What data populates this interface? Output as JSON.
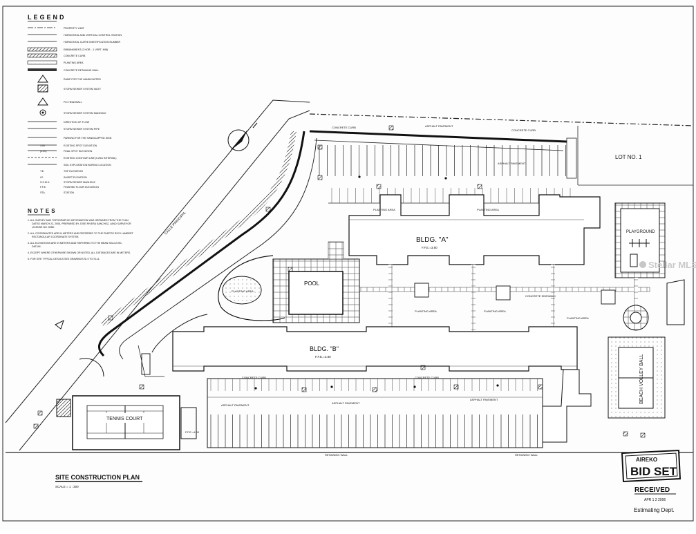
{
  "legend": {
    "title": "LEGEND",
    "items": [
      "PROPERTY LIMIT",
      "HORIZONTAL AND VERTICAL CONTROL STATION",
      "HORIZONTAL CURVE IDENTIFICATION NUMBER",
      "EMBANKMENT (2 HOR. : 1 VERT. MIN)",
      "CONCRETE CURB",
      "PLANTING AREA",
      "CONCRETE RETAINING WALL",
      "RAMP FOR THE HANDICAPPED",
      "STORM SEWER SYSTEM INLET",
      "P/C HEADWALL",
      "STORM SEWER SYSTEM MANHOLE",
      "DIRECTION OF FLOW",
      "STORM SEWER SYSTEM PIPE",
      "PARKING FOR THE HANDICAPPED SIGN",
      "EXISTING SPOT ELEVATION",
      "FINAL SPOT ELEVATION",
      "EXISTING CONTOUR LINE (0.25m INTERVAL)",
      "SOIL EXPLORATION BORING LOCATION",
      "TOP ELEVATION",
      "INVERT ELEVATION",
      "STORM SEWER MANHOLE",
      "FINISHED FLOOR ELEVATION",
      "STATION"
    ],
    "abbrevs": [
      "3.00",
      "(3.00)",
      "T.E.",
      "I.E.",
      "S.S.M.H.",
      "F.F.E.",
      "STA."
    ]
  },
  "notes": {
    "title": "NOTES",
    "items": [
      "1. ALL SURVEY AND TOPOGRAPHIC INFORMATION WAS OBTAINED FROM THE PLAN DATED MARCH 22, 2005, PREPARED BY JOSE RIVERA SANCHEZ, LAND SURVEYOR LICENSE NO. 5058.",
      "2. ALL COORDINATES ARE IN METERS AND REFERRED TO THE PUERTO RICO LAMBERT RECTANGULAR COORDINATE SYSTEM.",
      "3. ALL ELEVATIONS ARE IN METERS AND REFERRED TO THE MEAN SEA LEVEL DATUM.",
      "4. EXCEPT WHERE OTHERWISE SHOWN OR NOTED, ALL DISTANCES ARE IN METERS.",
      "5. FOR SITE TYPICAL DETAILS SEE DRAWINGS SI-9 TO SI-11."
    ]
  },
  "plan": {
    "lot": "LOT NO. 1",
    "playground": "PLAYGROUND",
    "bldg_a": "BLDG. \"A\"",
    "bldg_a_ffe": "F.F.E.=3.80",
    "pool": "POOL",
    "bldg_b": "BLDG. \"B\"",
    "bldg_b_ffe": "F.F.E.=3.80",
    "tennis": "TENNIS COURT",
    "tennis_ffe": "F.F.E.=4.00",
    "volley": "BEACH VOLLEY BALL",
    "road": "CALLE PRINCIPAL",
    "asphalt": "ASPHALT PAVEMENT",
    "curb": "CONCRETE CURB",
    "planting": "PLANTING AREA",
    "sidewalk": "CONCRETE SIDEWALK",
    "retaining": "RETAINING WALL"
  },
  "title_block": {
    "title": "SITE CONSTRUCTION PLAN",
    "scale": "SCALE = 1 : 300"
  },
  "stamp": {
    "company": "AIREKO",
    "label": "BID SET",
    "received": "RECEIVED",
    "date": "APR 1 2 2006",
    "dept": "Estimating Dept."
  },
  "watermark": "Stellar MLS"
}
